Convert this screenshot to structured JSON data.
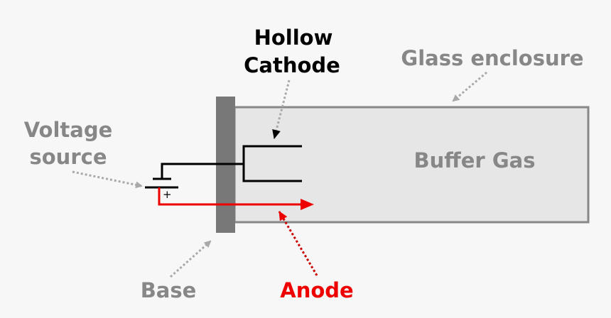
{
  "labels": {
    "hollow_cathode_line1": "Hollow",
    "hollow_cathode_line2": "Cathode",
    "glass_enclosure": "Glass enclosure",
    "voltage_source_line1": "Voltage",
    "voltage_source_line2": "source",
    "buffer_gas": "Buffer Gas",
    "base": "Base",
    "anode": "Anode",
    "battery_plus": "+"
  },
  "colors": {
    "background": "#f7f7f7",
    "enclosure_fill": "#e6e6e6",
    "enclosure_stroke": "#878787",
    "base_fill": "#787878",
    "label_gray": "#878787",
    "cathode_wire": "#000000",
    "anode_wire": "#ee0000",
    "pointer_gray": "#a9a9a9",
    "pointer_red": "#cc0000"
  }
}
